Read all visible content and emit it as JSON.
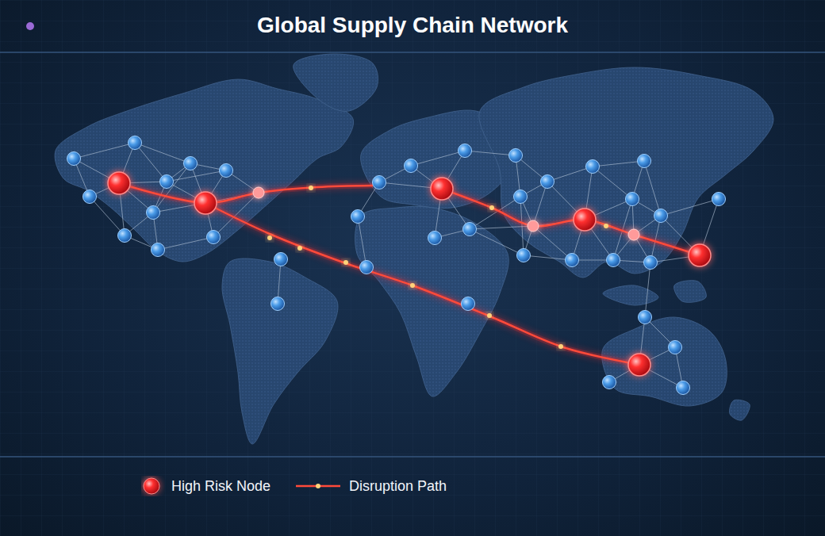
{
  "diagram": {
    "title": "Global Supply Chain Network",
    "legend": [
      {
        "text": "High Risk Node"
      },
      {
        "text": "Disruption Path"
      }
    ]
  }
}
